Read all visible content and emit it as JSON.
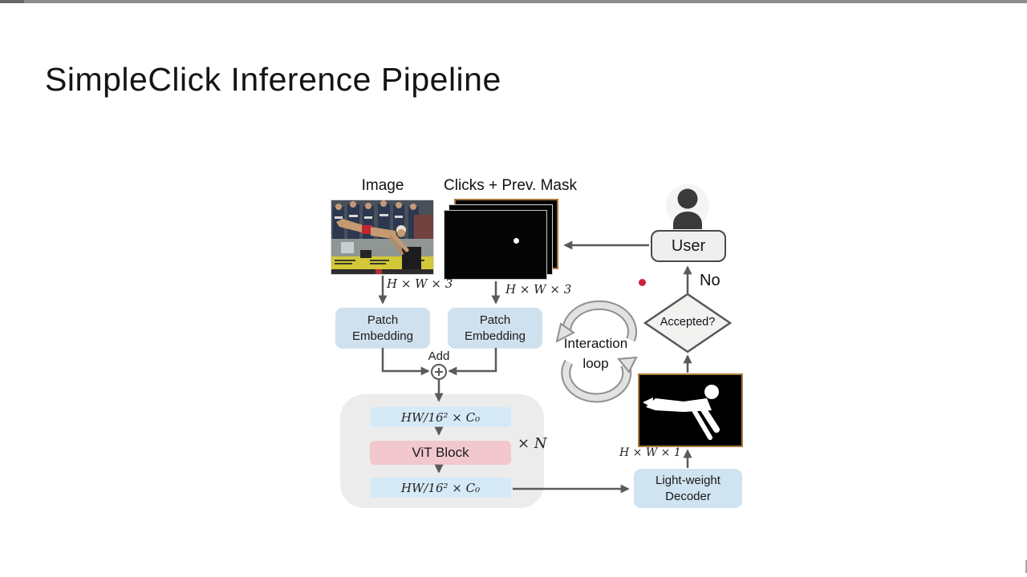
{
  "page": {
    "title": "SimpleClick Inference Pipeline"
  },
  "pipeline": {
    "image_label": "Image",
    "clicks_label": "Clicks + Prev. Mask",
    "image_dims": "H × W × 3",
    "clicks_dims": "H × W × 3",
    "patch_embedding_left": "Patch Embedding",
    "patch_embedding_right": "Patch Embedding",
    "add_label": "Add",
    "tokens_in": "HW/16² × C₀",
    "vit_block": "ViT Block",
    "repeat": "× N",
    "tokens_out": "HW/16² × C₀",
    "decoder": "Light-weight Decoder",
    "mask_dims": "H × W × 1",
    "loop_label": "Interaction loop",
    "decision": "Accepted?",
    "no_label": "No",
    "user_label": "User"
  },
  "colors": {
    "block_blue": "#cfe1ef",
    "token_blue": "#d6e9f7",
    "vit_pink": "#f2c8ce",
    "container_gray": "#ececec",
    "arrow_gray": "#5a5a5a",
    "mask_border_orange": "#ab7e42",
    "red_dot": "#ce2040",
    "diamond_fill": "#f2f2f0",
    "user_fill": "#efefef",
    "progress_bar_gray": "#8d8d8d"
  }
}
